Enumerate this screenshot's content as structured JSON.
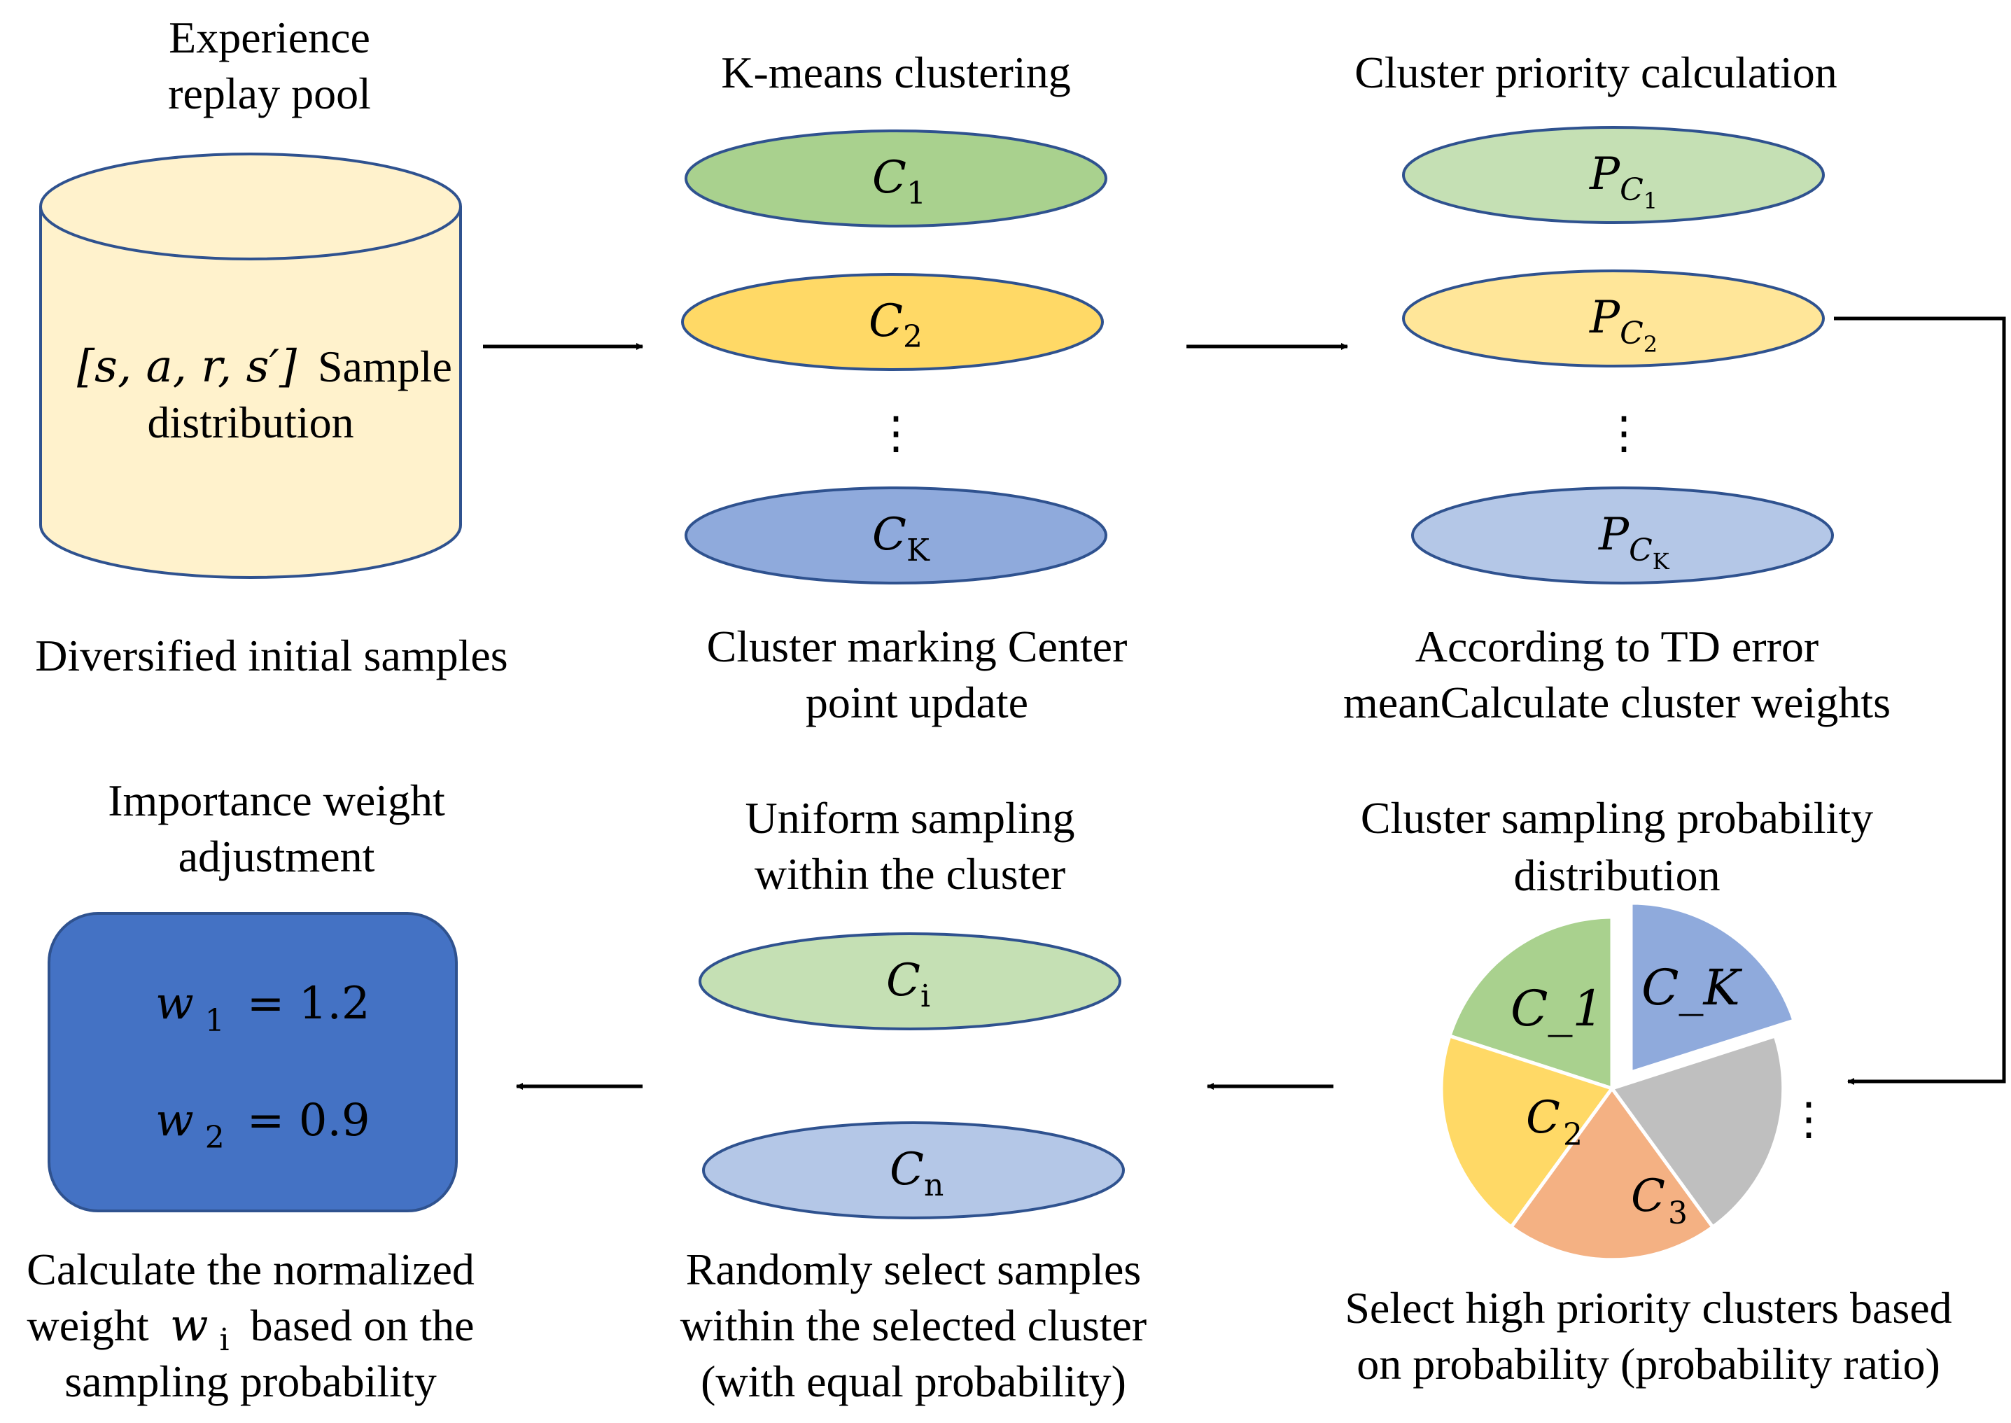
{
  "panels": {
    "pool": {
      "title_line1": "Experience",
      "title_line2": "replay pool",
      "cylinder_math": "[s, a, r, s′]",
      "cylinder_text1": "Sample",
      "cylinder_text2": "distribution",
      "caption": "Diversified initial samples"
    },
    "kmeans": {
      "title": "K-means clustering",
      "ellipses": [
        {
          "base": "C",
          "sub": "1",
          "color": "#a9d18e"
        },
        {
          "base": "C",
          "sub": "2",
          "color": "#ffd966"
        },
        {
          "base": "C",
          "sub": "K",
          "color": "#8faadc"
        }
      ],
      "caption_line1": "Cluster marking Center",
      "caption_line2": "point update"
    },
    "priority": {
      "title": "Cluster priority calculation",
      "ellipses": [
        {
          "base": "P",
          "sub": "C",
          "subsub": "1",
          "color": "#c5e0b4"
        },
        {
          "base": "P",
          "sub": "C",
          "subsub": "2",
          "color": "#ffe699"
        },
        {
          "base": "P",
          "sub": "C",
          "subsub": "K",
          "color": "#b4c7e7"
        }
      ],
      "caption_line1": "According to TD error",
      "caption_line2": "meanCalculate cluster weights"
    },
    "importance": {
      "title_line1": "Importance weight",
      "title_line2": "adjustment",
      "w1": {
        "var": "w",
        "sub": "1",
        "value": "= 1.2"
      },
      "w2": {
        "var": "w",
        "sub": "2",
        "value": "= 0.9"
      },
      "caption_line1": "Calculate the normalized",
      "caption_line2_pre": "weight",
      "caption_line2_var": "w",
      "caption_line2_sub": "i",
      "caption_line2_post": "based on the",
      "caption_line3": "sampling probability"
    },
    "uniform": {
      "title_line1": "Uniform sampling",
      "title_line2": "within the cluster",
      "ellipses": [
        {
          "base": "C",
          "sub": "i",
          "color": "#c5e0b4"
        },
        {
          "base": "C",
          "sub": "n",
          "color": "#b4c7e7"
        }
      ],
      "caption_line1": "Randomly select samples",
      "caption_line2": "within the selected cluster",
      "caption_line3": "(with equal probability)"
    },
    "sampling": {
      "title_line1": "Cluster sampling probability",
      "title_line2": "distribution",
      "slices": [
        {
          "label": "C_1",
          "color": "#a9d18e"
        },
        {
          "label": "C_K",
          "color": "#8faadc"
        },
        {
          "label": "",
          "color": "#bfbfbf"
        },
        {
          "label": "C3",
          "base": "C",
          "sub": "3",
          "color": "#f4b183"
        },
        {
          "label": "C2",
          "base": "C",
          "sub": "2",
          "color": "#ffd966"
        }
      ],
      "caption_line1": "Select high priority clusters based",
      "caption_line2": "on probability (probability ratio)"
    }
  }
}
